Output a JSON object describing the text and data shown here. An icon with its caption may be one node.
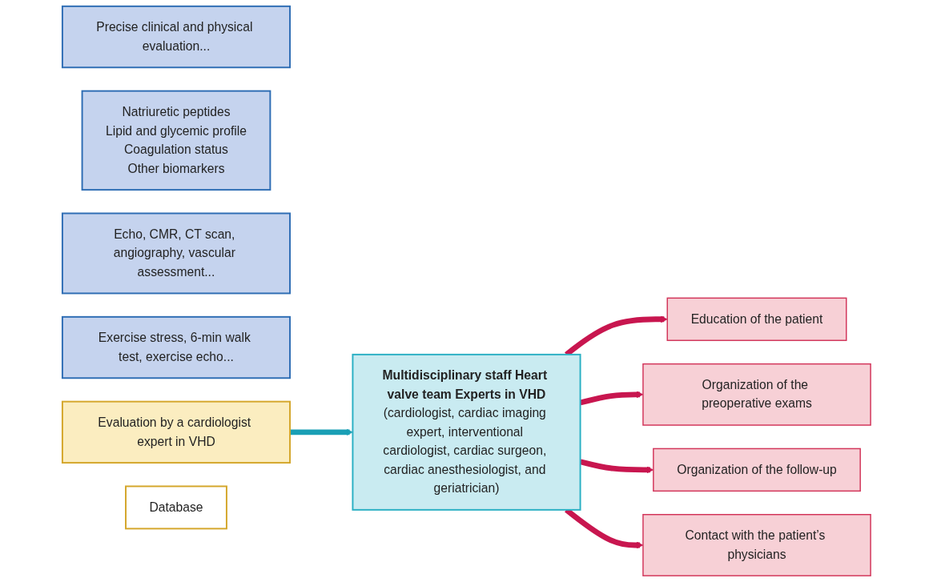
{
  "diagram": {
    "nodes": [
      {
        "text": [
          "Precise clinical and physical evaluation..."
        ]
      },
      {
        "text": [
          "Natriuretic peptides",
          "Lipid and glycemic profile",
          "Coagulation status",
          "Other biomarkers"
        ]
      },
      {
        "text": [
          "Echo, CMR, CT scan, angiography, vascular assessment..."
        ]
      },
      {
        "text": [
          "Exercise stress, 6-min walk test, exercise echo..."
        ]
      },
      {
        "text": [
          "Evaluation by a cardiologist expert in VHD"
        ]
      },
      {
        "text": [
          "Multidisciplinary staff Heart valve team Experts in VHD",
          "(cardiologist, cardiac imaging expert, interventional cardiologist, cardiac surgeon, cardiac anesthesiologist, and geriatrician)"
        ]
      },
      {
        "text": [
          "Database"
        ]
      },
      {
        "text": [
          "Education of the patient"
        ]
      },
      {
        "text": [
          "Organization of the preoperative exams"
        ]
      },
      {
        "text": [
          "Organization of the follow-up"
        ]
      },
      {
        "text": [
          "Contact with the patient’s physicians"
        ]
      }
    ],
    "edges": [
      {
        "from": 4,
        "to": 5,
        "arrow": "to",
        "color": "#1a9fb5"
      },
      {
        "from": 5,
        "to": 7,
        "arrow": "to",
        "color": "#c8164f"
      },
      {
        "from": 5,
        "to": 8,
        "arrow": "to",
        "color": "#c8164f"
      },
      {
        "from": 5,
        "to": 9,
        "arrow": "to",
        "color": "#c8164f"
      },
      {
        "from": 5,
        "to": 10,
        "arrow": "to",
        "color": "#c8164f"
      }
    ]
  }
}
